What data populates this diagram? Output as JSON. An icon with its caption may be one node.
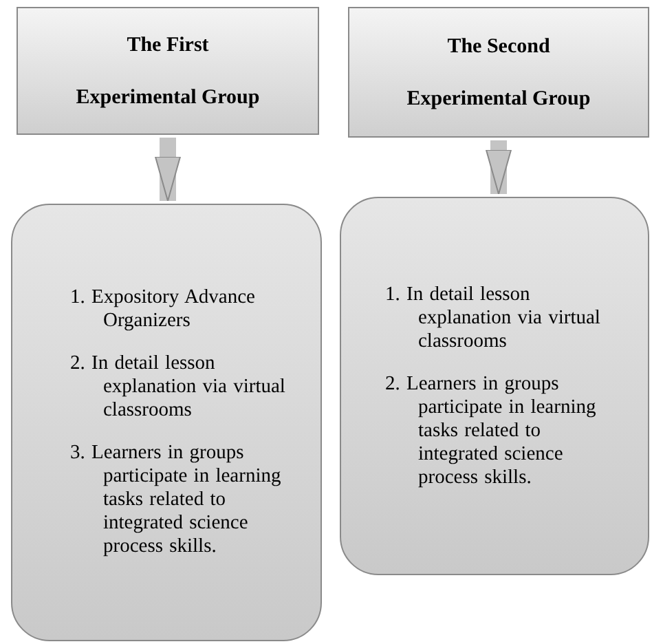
{
  "diagram": {
    "nodes": [
      {
        "text": [
          "The First Experimental Group"
        ]
      },
      {
        "text": [
          "1. Expository Advance Organizers",
          "2. In detail lesson explanation via virtual classrooms",
          "3. Learners in groups participate in learning tasks related to integrated science process skills."
        ]
      },
      {
        "text": [
          "The Second Experimental Group"
        ]
      },
      {
        "text": [
          "1. In detail lesson explanation via virtual classrooms",
          "2. Learners in groups participate in learning tasks related to integrated science process skills."
        ]
      }
    ],
    "edges": [
      {
        "from": 0,
        "to": 1,
        "arrow": "to"
      },
      {
        "from": 2,
        "to": 3,
        "arrow": "to"
      }
    ]
  }
}
